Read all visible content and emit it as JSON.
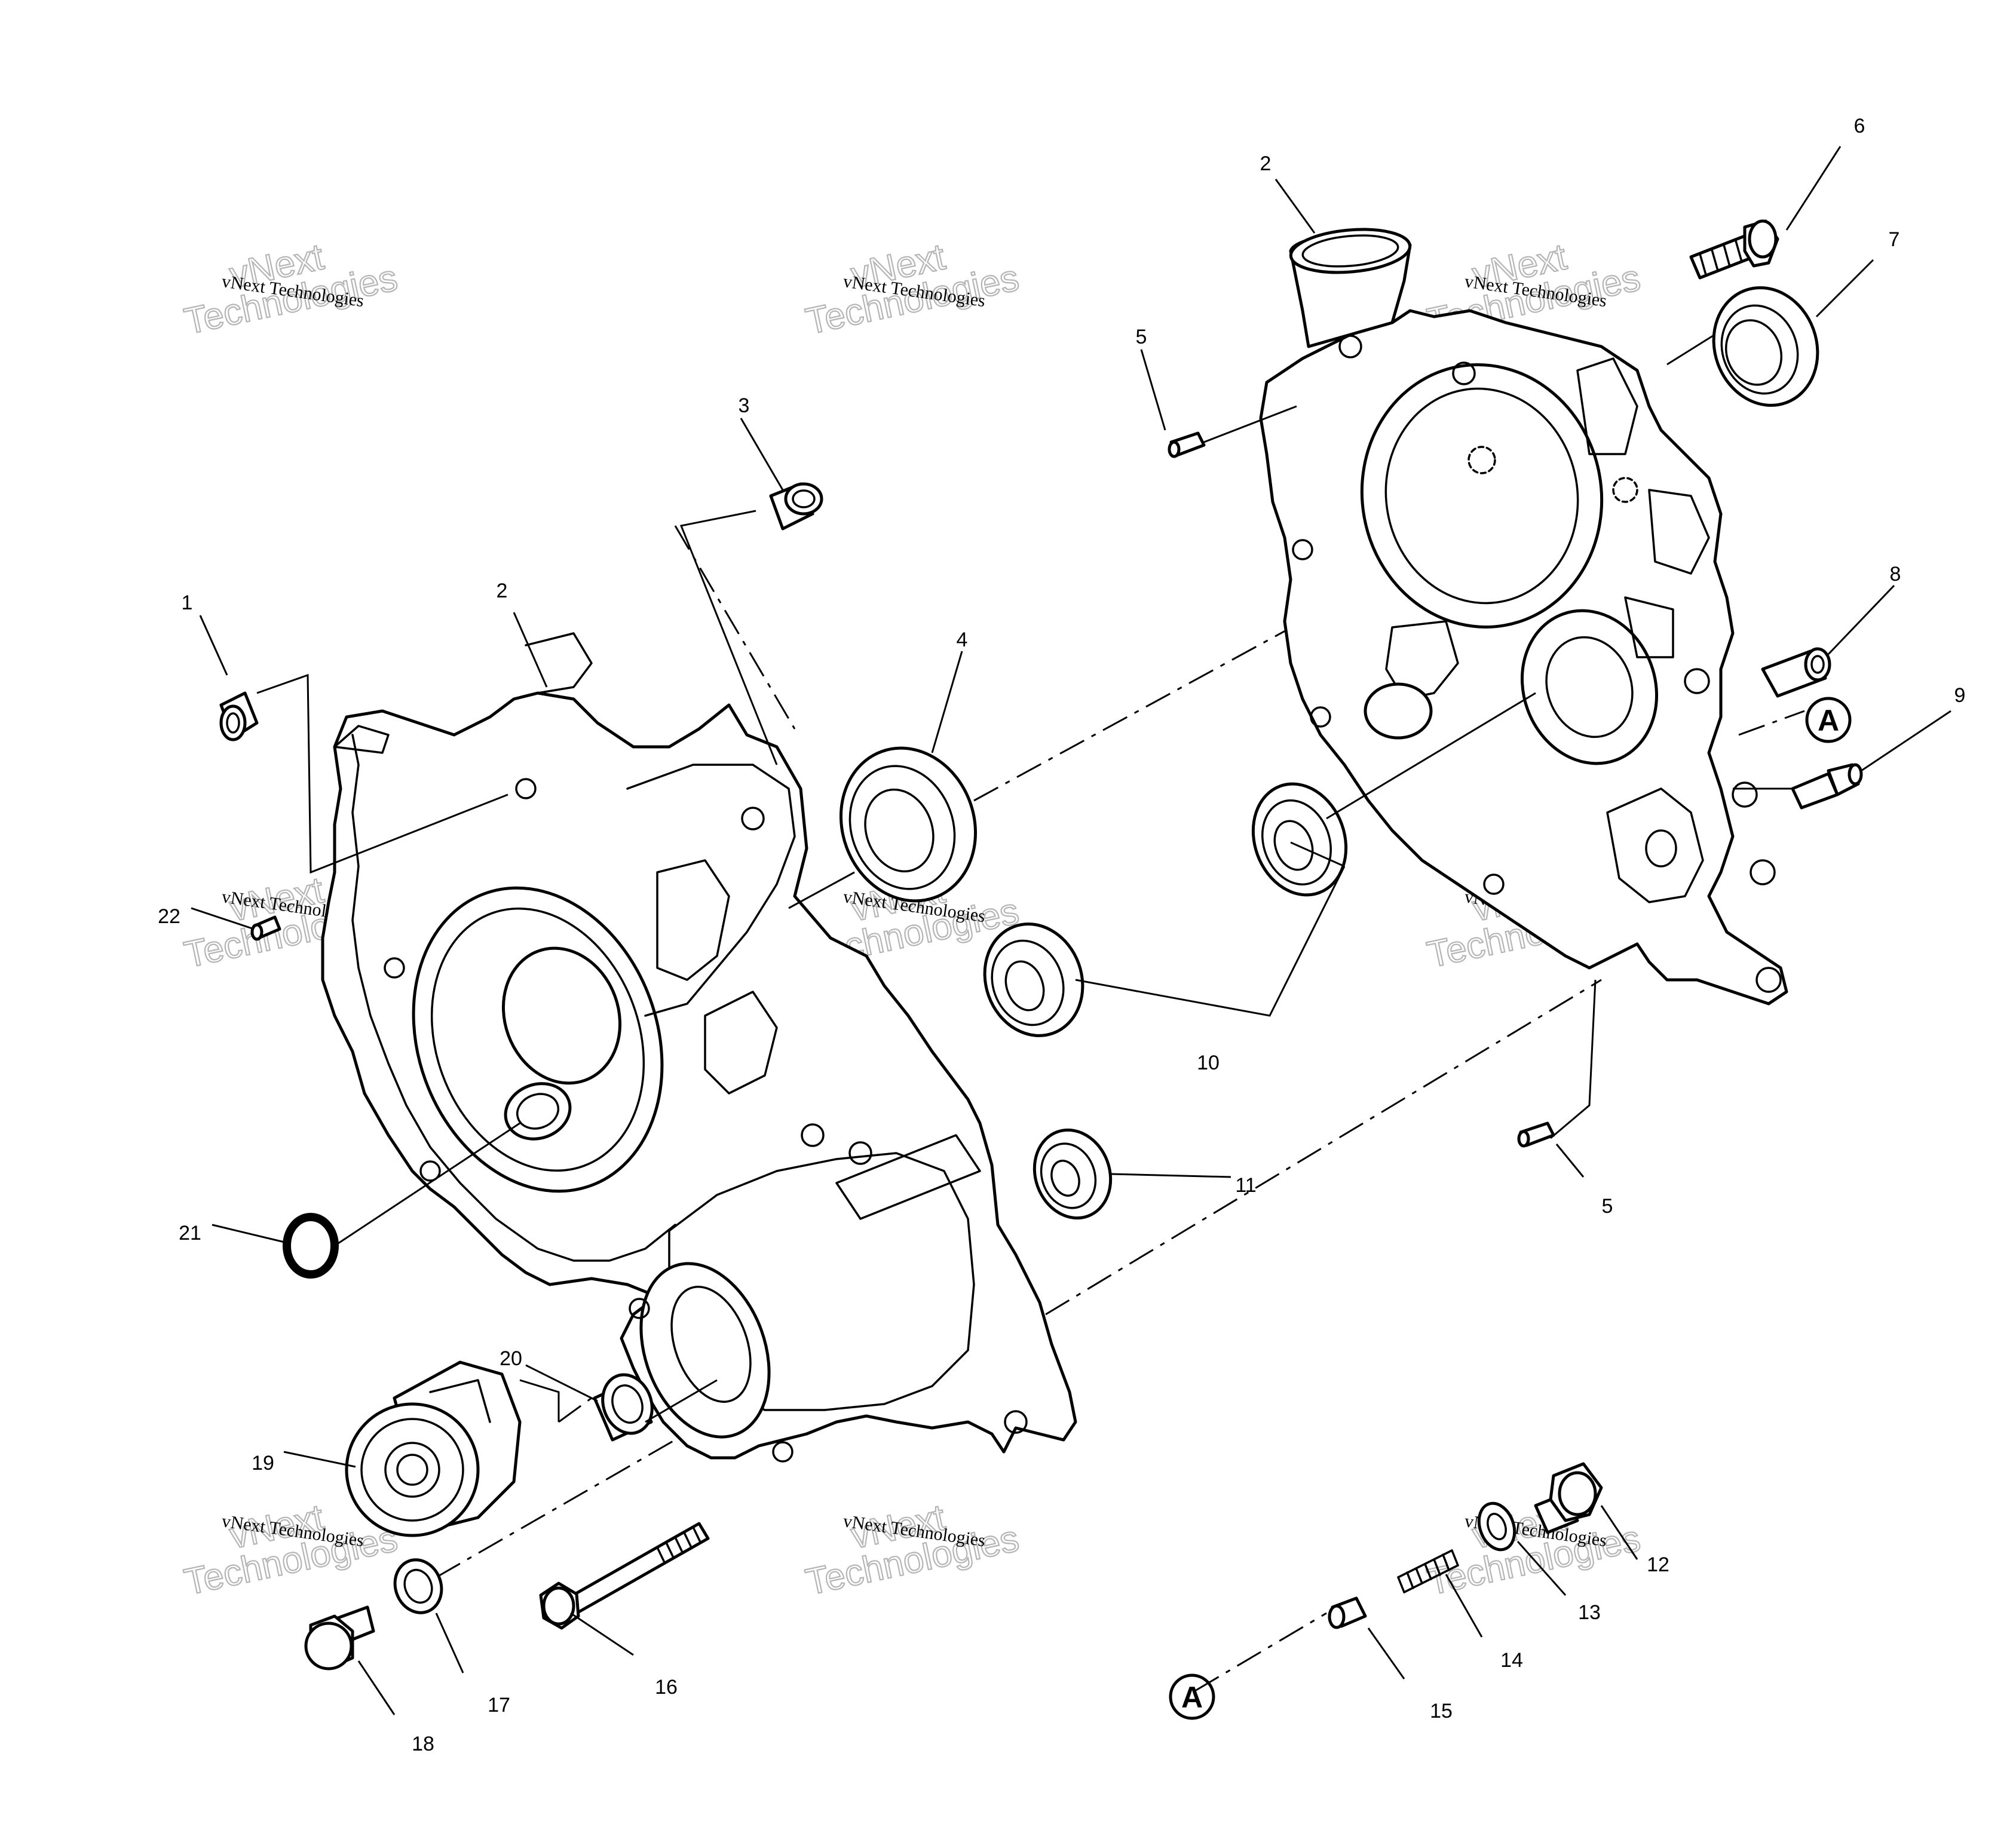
{
  "diagram": {
    "part_labels": [
      "1",
      "2",
      "2",
      "3",
      "4",
      "5",
      "5",
      "6",
      "7",
      "8",
      "9",
      "10",
      "11",
      "12",
      "13",
      "14",
      "15",
      "16",
      "17",
      "18",
      "19",
      "20",
      "21",
      "22"
    ],
    "callout_letter": "A",
    "watermark": {
      "brand_line1": "vNext",
      "brand_line2": "Technologies",
      "small_text": "vNext Technologies"
    }
  }
}
